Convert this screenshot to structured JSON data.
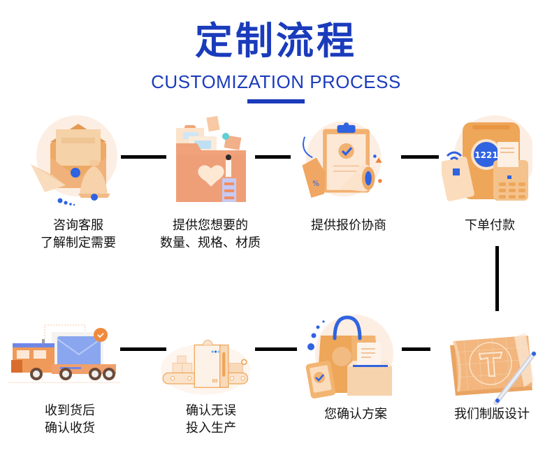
{
  "header": {
    "title": "定制流程",
    "subtitle": "CUSTOMIZATION PROCESS"
  },
  "colors": {
    "brand_blue": "#1a3bbb",
    "accent_orange": "#ec9b52",
    "light_orange": "#f6c99a",
    "connector": "#000000"
  },
  "steps": [
    {
      "id": 1,
      "icon": "envelope-bell-icon",
      "lines": [
        "咨询客服",
        "了解制定需要"
      ]
    },
    {
      "id": 2,
      "icon": "folder-heart-icon",
      "lines": [
        "提供您想要的",
        "数量、规格、材质"
      ]
    },
    {
      "id": 3,
      "icon": "clipboard-megaphone-icon",
      "lines": [
        "提供报价协商"
      ]
    },
    {
      "id": 4,
      "icon": "payment-terminal-icon",
      "lines": [
        "下单付款"
      ]
    },
    {
      "id": 5,
      "icon": "blueprint-pen-icon",
      "lines": [
        "我们制版设计"
      ]
    },
    {
      "id": 6,
      "icon": "shopping-bag-confirm-icon",
      "lines": [
        "您确认方案"
      ]
    },
    {
      "id": 7,
      "icon": "conveyor-production-icon",
      "lines": [
        "确认无误",
        "投入生产"
      ]
    },
    {
      "id": 8,
      "icon": "delivery-truck-icon",
      "lines": [
        "收到货后",
        "确认收货"
      ]
    }
  ]
}
